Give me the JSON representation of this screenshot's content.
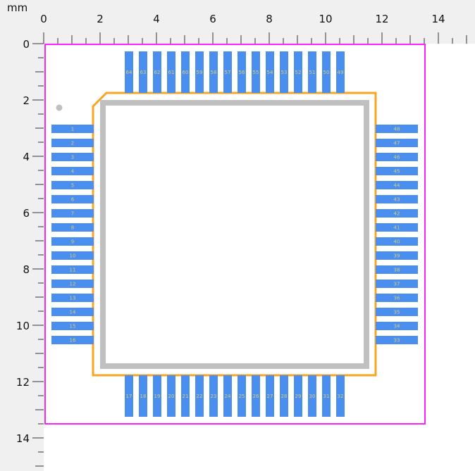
{
  "ruler": {
    "unit": "mm",
    "x_labels": [
      "0",
      "2",
      "4",
      "6",
      "8",
      "10",
      "12",
      "14"
    ],
    "y_labels": [
      "0",
      "2",
      "4",
      "6",
      "8",
      "10",
      "12",
      "14"
    ]
  },
  "pins": {
    "left": [
      "1",
      "2",
      "3",
      "4",
      "5",
      "6",
      "7",
      "8",
      "9",
      "10",
      "11",
      "12",
      "13",
      "14",
      "15",
      "16"
    ],
    "bottom": [
      "17",
      "18",
      "19",
      "20",
      "21",
      "22",
      "23",
      "24",
      "25",
      "26",
      "27",
      "28",
      "29",
      "30",
      "31",
      "32"
    ],
    "right": [
      "48",
      "47",
      "46",
      "45",
      "44",
      "43",
      "42",
      "41",
      "40",
      "39",
      "38",
      "37",
      "36",
      "35",
      "34",
      "33"
    ],
    "top": [
      "64",
      "63",
      "62",
      "61",
      "60",
      "59",
      "58",
      "57",
      "56",
      "55",
      "54",
      "53",
      "52",
      "51",
      "50",
      "49"
    ]
  },
  "colors": {
    "pad": "#4a8ef0",
    "courtyard": "#ff20ff",
    "outline": "#f5a623",
    "body": "#c0c0c0",
    "pin_label": "#d8d070"
  }
}
